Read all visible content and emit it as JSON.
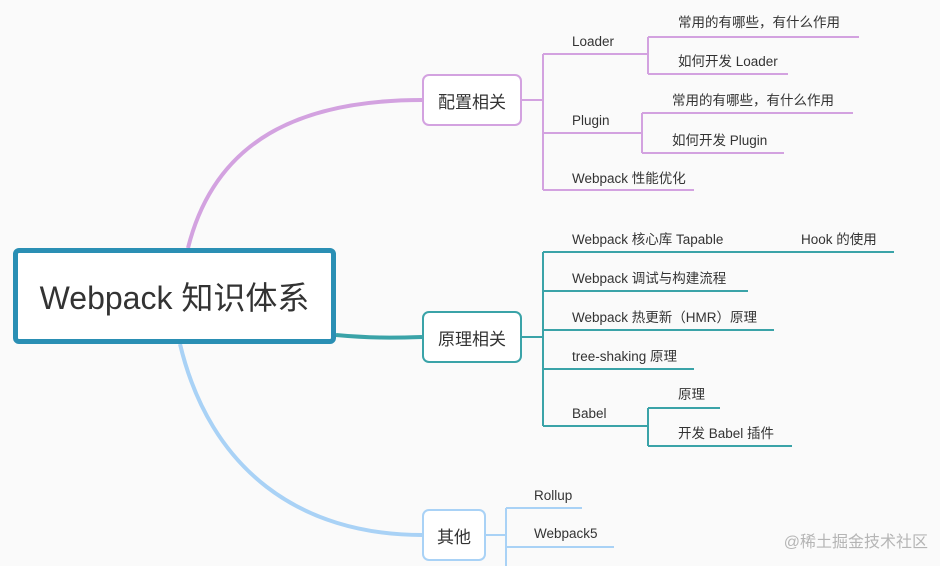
{
  "root": {
    "label": "Webpack 知识体系"
  },
  "colors": {
    "root": "#2a8fb4",
    "config": "#d3a2e0",
    "principle": "#3aa3a8",
    "other": "#a9d2f6"
  },
  "branches": {
    "config": {
      "label": "配置相关",
      "loader": {
        "label": "Loader",
        "c1": "常用的有哪些，有什么作用",
        "c2": "如何开发 Loader"
      },
      "plugin": {
        "label": "Plugin",
        "c1": "常用的有哪些，有什么作用",
        "c2": "如何开发 Plugin"
      },
      "perf": {
        "label": "Webpack 性能优化"
      }
    },
    "principle": {
      "label": "原理相关",
      "tapable": {
        "label": "Webpack 核心库 Tapable",
        "c1": "Hook 的使用"
      },
      "debug": {
        "label": "Webpack 调试与构建流程"
      },
      "hmr": {
        "label": "Webpack 热更新（HMR）原理"
      },
      "treeshaking": {
        "label": "tree-shaking 原理"
      },
      "babel": {
        "label": "Babel",
        "c1": "原理",
        "c2": "开发 Babel 插件"
      }
    },
    "other": {
      "label": "其他",
      "rollup": {
        "label": "Rollup"
      },
      "webpack5": {
        "label": "Webpack5"
      }
    }
  },
  "watermark": "@稀土掘金技术社区"
}
